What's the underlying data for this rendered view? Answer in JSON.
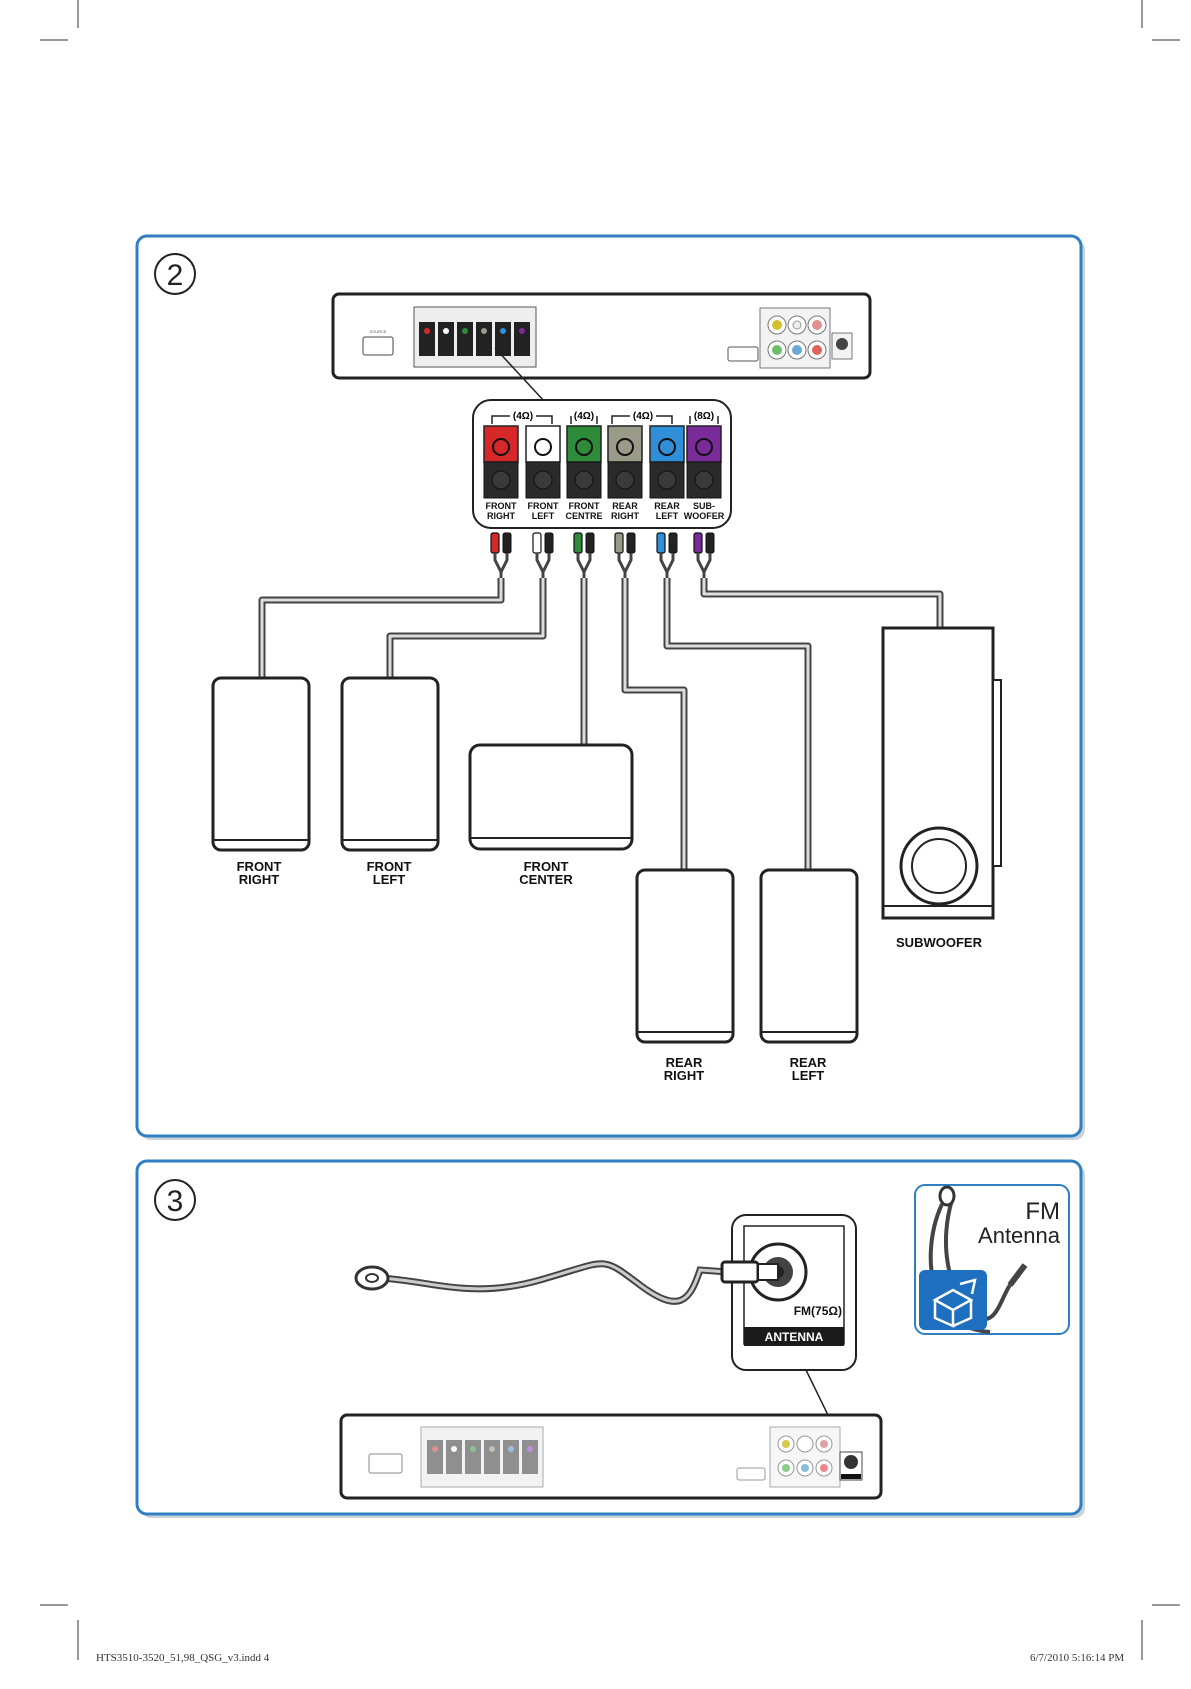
{
  "step2": {
    "number": "2",
    "unit_small_label": "SOURCE",
    "terminal_panel": {
      "impedance": [
        "(4Ω)",
        "(4Ω)",
        "(4Ω)",
        "(8Ω)"
      ],
      "channels": [
        {
          "line1": "FRONT",
          "line2": "RIGHT",
          "color": "#d62828"
        },
        {
          "line1": "FRONT",
          "line2": "LEFT",
          "color": "#ffffff"
        },
        {
          "line1": "FRONT",
          "line2": "CENTRE",
          "color": "#2e8b3a"
        },
        {
          "line1": "REAR",
          "line2": "RIGHT",
          "color": "#9a9a88"
        },
        {
          "line1": "REAR",
          "line2": "LEFT",
          "color": "#2f8fd8"
        },
        {
          "line1": "SUB-",
          "line2": "WOOFER",
          "color": "#7b2a9a"
        }
      ]
    },
    "speakers": {
      "front_right": [
        "FRONT",
        "RIGHT"
      ],
      "front_left": [
        "FRONT",
        "LEFT"
      ],
      "front_center": [
        "FRONT",
        "CENTER"
      ],
      "rear_right": [
        "REAR",
        "RIGHT"
      ],
      "rear_left": [
        "REAR",
        "LEFT"
      ],
      "subwoofer": "SUBWOOFER"
    }
  },
  "step3": {
    "number": "3",
    "connector_label": "FM(75Ω)",
    "connector_caption": "ANTENNA",
    "accessory_title": [
      "FM",
      "Antenna"
    ]
  },
  "footer": {
    "left": "HTS3510-3520_51,98_QSG_v3.indd   4",
    "right": "6/7/2010   5:16:14 PM"
  },
  "colors": {
    "panel_border": "#2f7fc2",
    "accessory_box": "#1f6fc0",
    "cable": "#555555"
  }
}
